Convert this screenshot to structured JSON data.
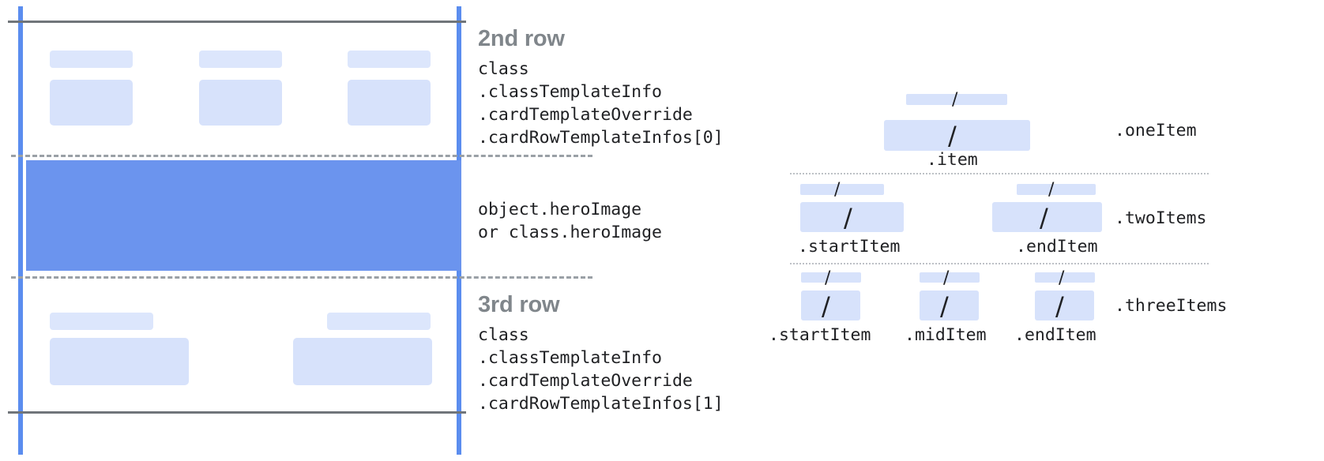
{
  "left_panel": {
    "rows": [
      {
        "id": "second-row",
        "title": "2nd row",
        "code": "class\n.classTemplateInfo\n.cardTemplateOverride\n.cardRowTemplateInfos[0]"
      },
      {
        "id": "hero-row",
        "title": "",
        "code": "object.heroImage\nor class.heroImage"
      },
      {
        "id": "third-row",
        "title": "3rd row",
        "code": "class\n.classTemplateInfo\n.cardTemplateOverride\n.cardRowTemplateInfos[1]"
      }
    ]
  },
  "right_panel": {
    "groups": [
      {
        "id": "one-item",
        "right_label": ".oneItem",
        "slots": [
          {
            "label": ".item",
            "slash": "/"
          }
        ]
      },
      {
        "id": "two-items",
        "right_label": ".twoItems",
        "slots": [
          {
            "label": ".startItem",
            "slash": "/"
          },
          {
            "label": ".endItem",
            "slash": "/"
          }
        ]
      },
      {
        "id": "three-items",
        "right_label": ".threeItems",
        "slots": [
          {
            "label": ".startItem",
            "slash": "/"
          },
          {
            "label": ".midItem",
            "slash": "/"
          },
          {
            "label": ".endItem",
            "slash": "/"
          }
        ]
      }
    ]
  },
  "colors": {
    "chip": "#d7e2fb",
    "hero": "#6b94ee",
    "guide_blue": "#5b8def",
    "rule_gray": "#70757a",
    "dash_gray": "#9aa0a6",
    "title_gray": "#80868b",
    "text": "#202124"
  }
}
